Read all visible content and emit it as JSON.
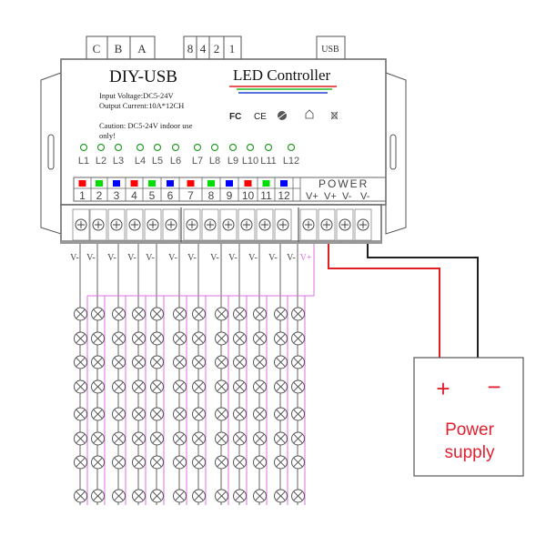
{
  "top_connectors": {
    "group1": [
      "C",
      "B",
      "A"
    ],
    "group2": [
      "8",
      "4",
      "2",
      "1"
    ],
    "usb": "USB"
  },
  "device": {
    "title": "DIY-USB",
    "input_voltage": "Input Voltage:DC5-24V",
    "output_current": "Output Current:10A*12CH",
    "caution_line1": "Caution: DC5-24V indoor use",
    "caution_line2": "only!",
    "brand": "LED Controller",
    "brand_underline_colors": [
      "#e02020",
      "#20c020",
      "#2040d0"
    ],
    "certifications": [
      "FC",
      "CE",
      "recycle-icon",
      "home-icon",
      "weee-bin-icon"
    ]
  },
  "channel_leds": [
    "L1",
    "L2",
    "L3",
    "L4",
    "L5",
    "L6",
    "L7",
    "L8",
    "L9",
    "L10",
    "L11",
    "L12"
  ],
  "channels": [
    {
      "num": "1",
      "color": "#ff0000"
    },
    {
      "num": "2",
      "color": "#00dd00"
    },
    {
      "num": "3",
      "color": "#0000ff"
    },
    {
      "num": "4",
      "color": "#ff0000"
    },
    {
      "num": "5",
      "color": "#00dd00"
    },
    {
      "num": "6",
      "color": "#0000ff"
    },
    {
      "num": "7",
      "color": "#ff0000"
    },
    {
      "num": "8",
      "color": "#00dd00"
    },
    {
      "num": "9",
      "color": "#0000ff"
    },
    {
      "num": "10",
      "color": "#ff0000"
    },
    {
      "num": "11",
      "color": "#00dd00"
    },
    {
      "num": "12",
      "color": "#0000ff"
    }
  ],
  "power_terminal": {
    "label": "POWER",
    "pins": [
      "V+",
      "V+",
      "V-",
      "V-"
    ]
  },
  "output_labels": [
    "V-",
    "V-",
    "V-",
    "V-",
    "V-",
    "V-",
    "V-",
    "V-",
    "V-",
    "V-",
    "V-",
    "V-",
    "V+"
  ],
  "lamp_grid": {
    "rows": 8,
    "columns": 12
  },
  "power_supply": {
    "plus": "+",
    "minus": "−",
    "line1": "Power",
    "line2": "supply",
    "text_color": "#e02030"
  },
  "wire_colors": {
    "positive": "#e02020",
    "negative": "#202020",
    "common": "#e070e0",
    "channel": "#606060"
  }
}
